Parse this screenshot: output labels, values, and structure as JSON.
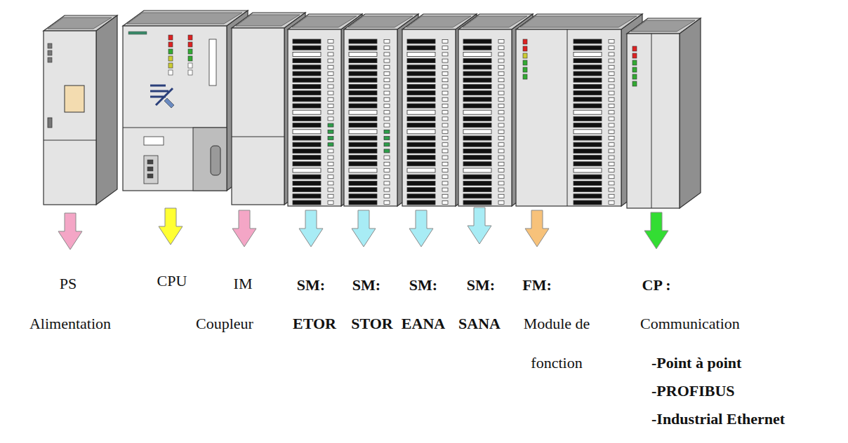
{
  "diagram": {
    "labels": [
      "PS",
      "Alimentation",
      "CPU",
      "IM",
      "Coupleur",
      "SM:",
      "ETOR",
      "SM:",
      "STOR",
      "SM:",
      "EANA",
      "SM:",
      "SANA",
      "FM:",
      "Module de fonction",
      "CP :",
      "Communication",
      "-Point à point",
      "-PROFIBUS",
      "-Industrial Ethernet"
    ]
  }
}
